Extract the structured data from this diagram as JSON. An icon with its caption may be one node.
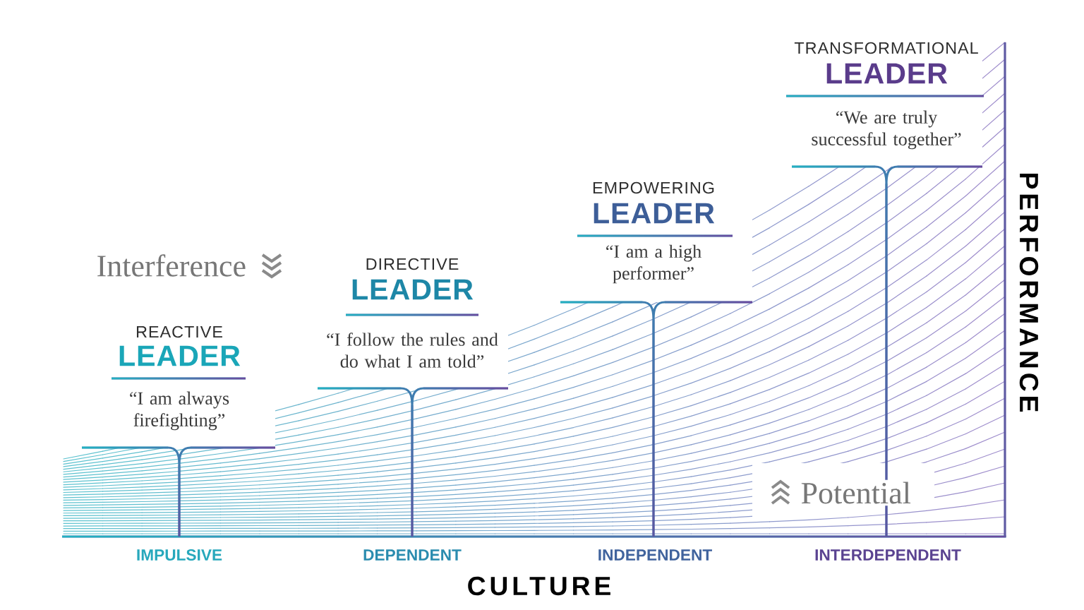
{
  "diagram": {
    "nodes": [
      {
        "text": [
          "REACTIVE",
          "LEADER",
          "“I am always firefighting”"
        ]
      },
      {
        "text": [
          "DIRECTIVE",
          "LEADER",
          "“I follow the rules and do what I am told”"
        ]
      },
      {
        "text": [
          "EMPOWERING",
          "LEADER",
          "“I am a high performer”"
        ]
      },
      {
        "text": [
          "TRANSFORMATIONAL",
          "LEADER",
          "“We are truly successful together”"
        ]
      }
    ],
    "labels": [
      "Interference",
      "Potential",
      "IMPULSIVE",
      "DEPENDENT",
      "INDEPENDENT",
      "INTERDEPENDENT",
      "CULTURE",
      "PERFORMANCE"
    ]
  }
}
